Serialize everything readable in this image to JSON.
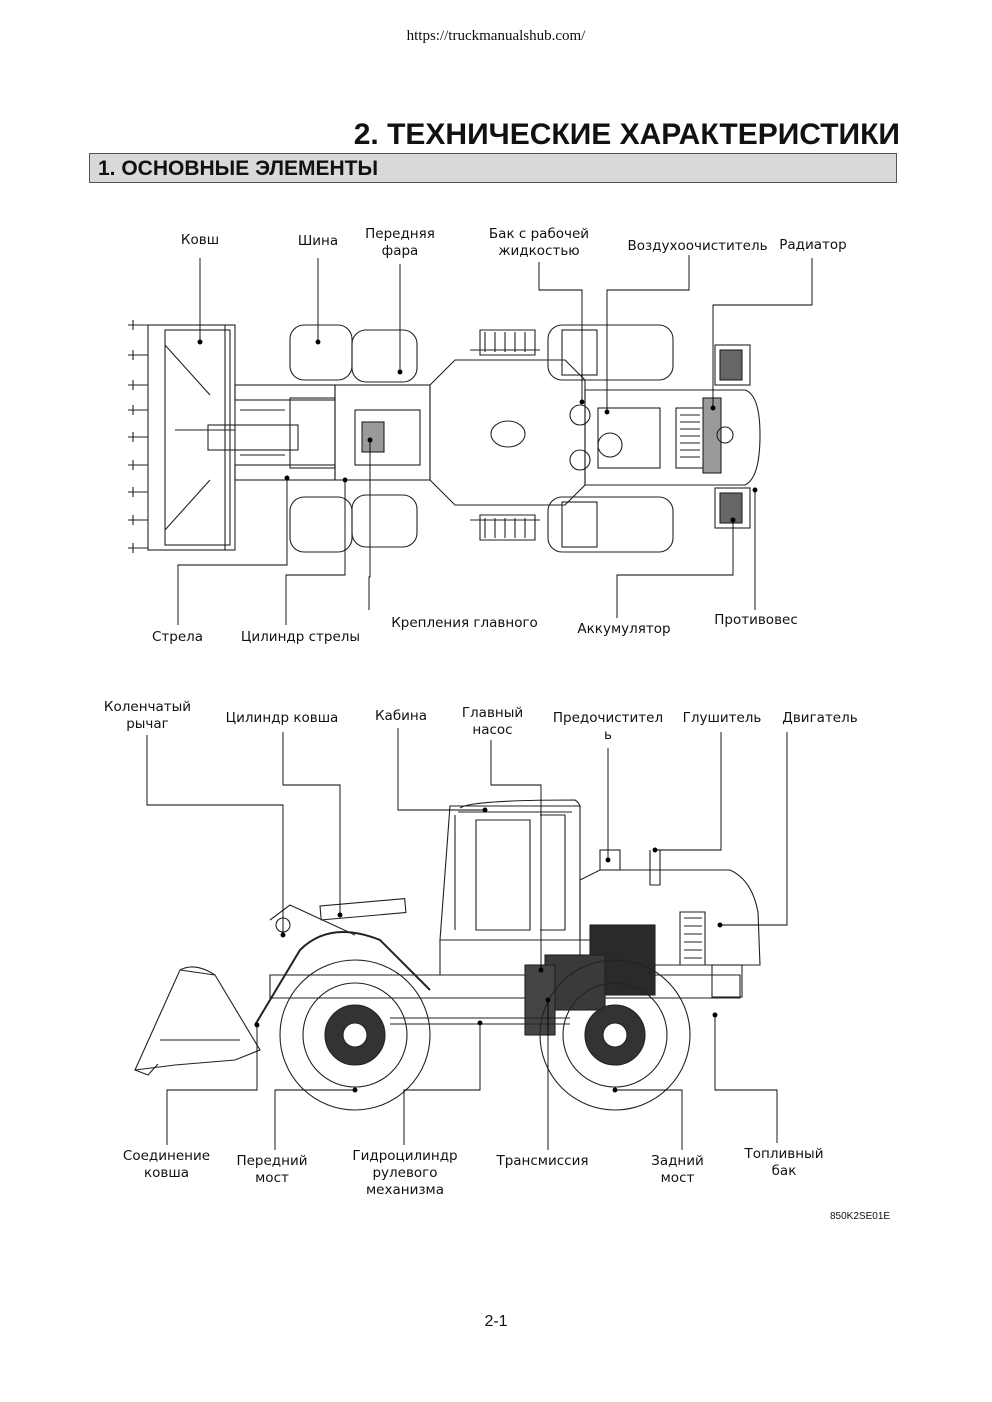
{
  "header": {
    "url": "https://truckmanualshub.com/"
  },
  "chapter_title": "2. ТЕХНИЧЕСКИЕ ХАРАКТЕРИСТИКИ",
  "section_title": "1. ОСНОВНЫЕ ЭЛЕМЕНТЫ",
  "top_view_labels": {
    "bucket": "Ковш",
    "tire": "Шина",
    "headlight": "Передняя\nфара",
    "hydraulic_tank": "Бак с рабочей\nжидкостью",
    "air_cleaner": "Воздухоочиститель",
    "radiator": "Радиатор",
    "boom": "Стрела",
    "boom_cylinder": "Цилиндр стрелы",
    "main_mounts": "Крепления главного",
    "battery": "Аккумулятор",
    "counterweight": "Противовес"
  },
  "side_view_labels": {
    "bell_crank": "Коленчатый\nрычаг",
    "bucket_cylinder": "Цилиндр ковша",
    "cab": "Кабина",
    "main_pump": "Главный\nнасос",
    "precleaner": "Предочистител\nь",
    "muffler": "Глушитель",
    "engine": "Двигатель",
    "bucket_link": "Соединение\nковша",
    "front_axle": "Передний\nмост",
    "steering_cylinder": "Гидроцилиндр\nрулевого\nмеханизма",
    "transmission": "Трансмиссия",
    "rear_axle": "Задний\nмост",
    "fuel_tank": "Топливный\nбак"
  },
  "figure_code": "850K2SE01E",
  "page_number": "2-1"
}
